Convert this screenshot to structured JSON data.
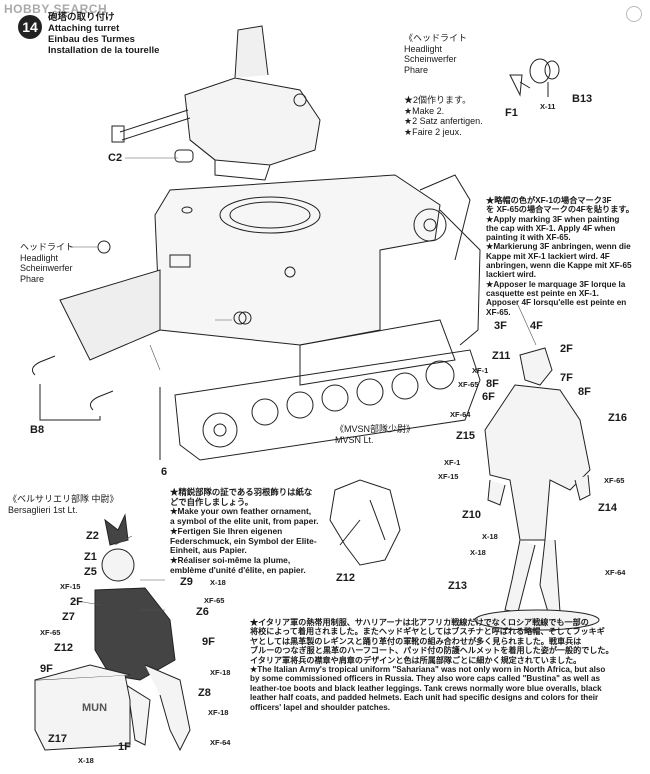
{
  "watermark": "HOBBY SEARCH",
  "step": {
    "number": "14",
    "title_jp": "砲塔の取り付け",
    "title_en": "Attaching turret",
    "title_de": "Einbau des Turmes",
    "title_fr": "Installation de la tourelle"
  },
  "headlight_box": {
    "jp": "《ヘッドライト",
    "en": "Headlight",
    "de": "Scheinwerfer",
    "fr": "Phare"
  },
  "make_two": {
    "jp": "★2個作ります。",
    "en": "★Make 2.",
    "de": "★2 Satz anfertigen.",
    "fr": "★Faire 2 jeux."
  },
  "headlight_left": {
    "jp": "ヘッドライト",
    "en": "Headlight",
    "de": "Scheinwerfer",
    "fr": "Phare"
  },
  "parts_headlight": {
    "f1": "F1",
    "x11": "X-11",
    "b13": "B13"
  },
  "tank_parts": {
    "c2": "C2",
    "b8": "B8",
    "six": "6"
  },
  "marking_note": [
    "★略帽の色がXF-1の場合マーク3F",
    "を XF-65の場合マークの4Fを貼ります。",
    "★Apply marking 3F when painting",
    "the cap with XF-1. Apply 4F when",
    "painting it with XF-65.",
    "★Markierung 3F anbringen, wenn die",
    "Kappe mit XF-1 lackiert wird. 4F",
    "anbringen, wenn die Kappe mit XF-65",
    "lackiert wird.",
    "★Apposer le marquage 3F lorque la",
    "casquette est peinte en XF-1.",
    "Apposer 4F lorsqu'elle est peinte en",
    "XF-65."
  ],
  "mvsn": {
    "jp": "《MVSN部隊少尉》",
    "en": "MVSN Lt."
  },
  "officer_parts": {
    "f3": "3F",
    "f4": "4F",
    "z11": "Z11",
    "f2": "2F",
    "f8": "8F",
    "f7": "7F",
    "f6": "6F",
    "f8b": "8F",
    "z16": "Z16",
    "z15": "Z15",
    "z14": "Z14",
    "z10": "Z10",
    "z13": "Z13",
    "z12": "Z12",
    "xf1a": "XF-1",
    "xf65a": "XF-65",
    "xf64a": "XF-64",
    "xf1b": "XF-1",
    "xf15": "XF-15",
    "xf65b": "XF-65",
    "x18a": "X-18",
    "x18b": "X-18",
    "xf64b": "XF-64"
  },
  "bersaglieri": {
    "jp": "《ベルサリエリ部隊 中尉》",
    "en": "Bersaglieri 1st Lt."
  },
  "feather_note": [
    "★精鋭部隊の証である羽根飾りは紙な",
    "どで自作しましょう。",
    "★Make your own feather ornament,",
    "a symbol of the elite unit, from paper.",
    "★Fertigen Sie Ihren eigenen",
    "Federschmuck, ein Symbol der Elite-",
    "Einheit, aus Papier.",
    "★Réaliser soi-même la plume,",
    "emblème d'unité d'élite, en papier."
  ],
  "berg_parts": {
    "z2": "Z2",
    "z1": "Z1",
    "z5": "Z5",
    "xf15": "XF-15",
    "z9": "Z9",
    "x18a": "X-18",
    "f2": "2F",
    "xf65a": "XF-65",
    "z7": "Z7",
    "z6": "Z6",
    "xf65b": "XF-65",
    "f9": "9F",
    "z12": "Z12",
    "f9b": "9F",
    "xf18": "XF-18",
    "z8": "Z8",
    "xf18b": "XF-18",
    "xf64": "XF-64",
    "z17": "Z17",
    "f1": "1F",
    "x18b": "X-18"
  },
  "crate_text": "MUN",
  "uniform_note": [
    "★イタリア軍の熱帯用制服、サハリアーナは北アフリカ戦線だけでなくロシア戦線でも一部の",
    "将校によって着用されました。またヘッドギヤとしてはブスチナと呼ばれる略帽、そしてフッキギ",
    "ヤとしては黒革製のレギンスと踊り革付の軍靴の組み合わせが多く見られました。戦車兵は",
    "ブルーのつなぎ服と黒革のハーフコート、パッド付の防護ヘルメットを着用した姿が一般的でした。",
    "イタリア軍将兵の襟章や肩章のデザインと色は所属部隊ごとに細かく規定されていました。",
    "★The Italian Army's tropical uniform \"Sahariana\" was not only worn in North Africa, but also",
    "by some commissioned officers in Russia. They also wore caps called \"Bustina\" as well as",
    "leather-toe boots and black leather leggings. Tank crews normally wore blue overalls, black",
    "leather half coats, and padded helmets. Each unit had specific designs and colors for their",
    "officers' lapel and shoulder patches."
  ]
}
